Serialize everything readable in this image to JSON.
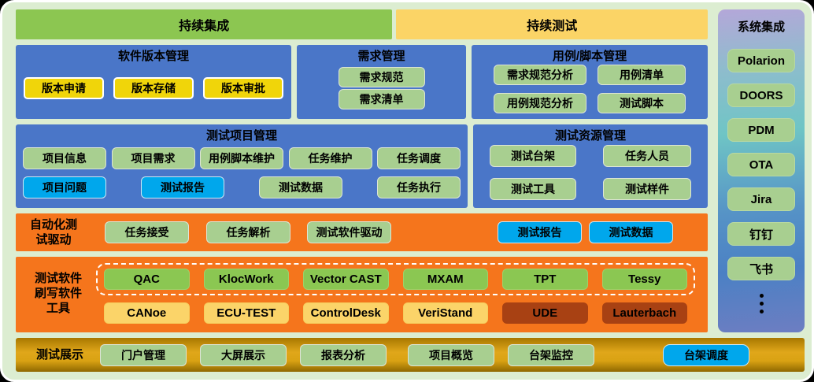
{
  "colors": {
    "card_background": "#dcedd1",
    "continuous_integration_bar": "#8cc651",
    "continuous_testing_bar": "#fbd466",
    "blue_panel": "#4a76c8",
    "orange_panel": "#f5751c",
    "gold_bar": "#dca312",
    "soft_green_button": "#a8cf90",
    "bright_yellow_button": "#f0d50a",
    "blue_button": "#00a7ec",
    "tool_green_button": "#8bc752",
    "tool_yellow_button": "#fbd469",
    "dark_red_button": "#a84113",
    "sidebar_gradient": [
      "#b4a7d9",
      "#6fc5c5",
      "#4b80c4",
      "#6d7ec2"
    ]
  },
  "header": {
    "continuous_integration": "持续集成",
    "continuous_testing": "持续测试"
  },
  "sidebar": {
    "title": "系统集成",
    "items": [
      "Polarion",
      "DOORS",
      "PDM",
      "OTA",
      "Jira",
      "钉钉",
      "飞书"
    ],
    "more_icon": "vertical-ellipsis"
  },
  "version_panel": {
    "title": "软件版本管理",
    "buttons": [
      "版本申请",
      "版本存储",
      "版本审批"
    ]
  },
  "requirement_panel": {
    "title": "需求管理",
    "buttons": [
      "需求规范",
      "需求清单"
    ]
  },
  "usecase_panel": {
    "title": "用例/脚本管理",
    "buttons": [
      "需求规范分析",
      "用例清单",
      "用例规范分析",
      "测试脚本"
    ]
  },
  "project_panel": {
    "title": "测试项目管理",
    "row1": [
      "项目信息",
      "项目需求",
      "用例脚本维护",
      "任务维护",
      "任务调度"
    ],
    "row2": [
      "项目问题",
      "测试报告",
      "测试数据",
      "任务执行"
    ]
  },
  "resource_panel": {
    "title": "测试资源管理",
    "buttons": [
      "测试台架",
      "任务人员",
      "测试工具",
      "测试样件"
    ]
  },
  "auto_panel": {
    "label_lines": [
      "自动化测",
      "试驱动"
    ],
    "green_buttons": [
      "任务接受",
      "任务解析",
      "测试软件驱动"
    ],
    "blue_buttons": [
      "测试报告",
      "测试数据"
    ]
  },
  "tools_panel": {
    "label_lines": [
      "测试软件",
      "刷写软件",
      "工具"
    ],
    "analysis_tools": [
      "QAC",
      "KlocWork",
      "Vector CAST",
      "MXAM",
      "TPT",
      "Tessy"
    ],
    "execution_tools": [
      "CANoe",
      "ECU-TEST",
      "ControlDesk",
      "VeriStand",
      "UDE",
      "Lauterbach"
    ]
  },
  "display_panel": {
    "label": "测试展示",
    "green_buttons": [
      "门户管理",
      "大屏展示",
      "报表分析",
      "项目概览",
      "台架监控"
    ],
    "blue_button": "台架调度"
  }
}
